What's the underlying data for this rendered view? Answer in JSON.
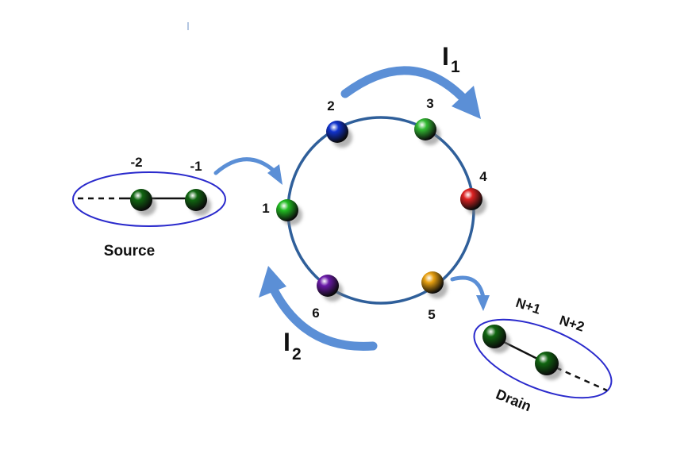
{
  "ring_sites": [
    {
      "label": "1",
      "color": "#22bb22"
    },
    {
      "label": "2",
      "color": "#1133cc"
    },
    {
      "label": "3",
      "color": "#33bb33"
    },
    {
      "label": "4",
      "color": "#dd2222"
    },
    {
      "label": "5",
      "color": "#e8a010"
    },
    {
      "label": "6",
      "color": "#6a1aa8"
    }
  ],
  "source": {
    "label": "Source",
    "sites": [
      {
        "label": "-2"
      },
      {
        "label": "-1"
      }
    ],
    "color": "#116611"
  },
  "drain": {
    "label": "Drain",
    "sites": [
      {
        "label": "N+1"
      },
      {
        "label": "N+2"
      }
    ],
    "color": "#116611"
  },
  "currents": {
    "i1": {
      "main": "I",
      "sub": "1"
    },
    "i2": {
      "main": "I",
      "sub": "2"
    }
  },
  "colors": {
    "ring": "#2f5f9a",
    "ellipse": "#2a2acc",
    "arrow": "#5b8fd6",
    "lead_line": "#111111"
  }
}
